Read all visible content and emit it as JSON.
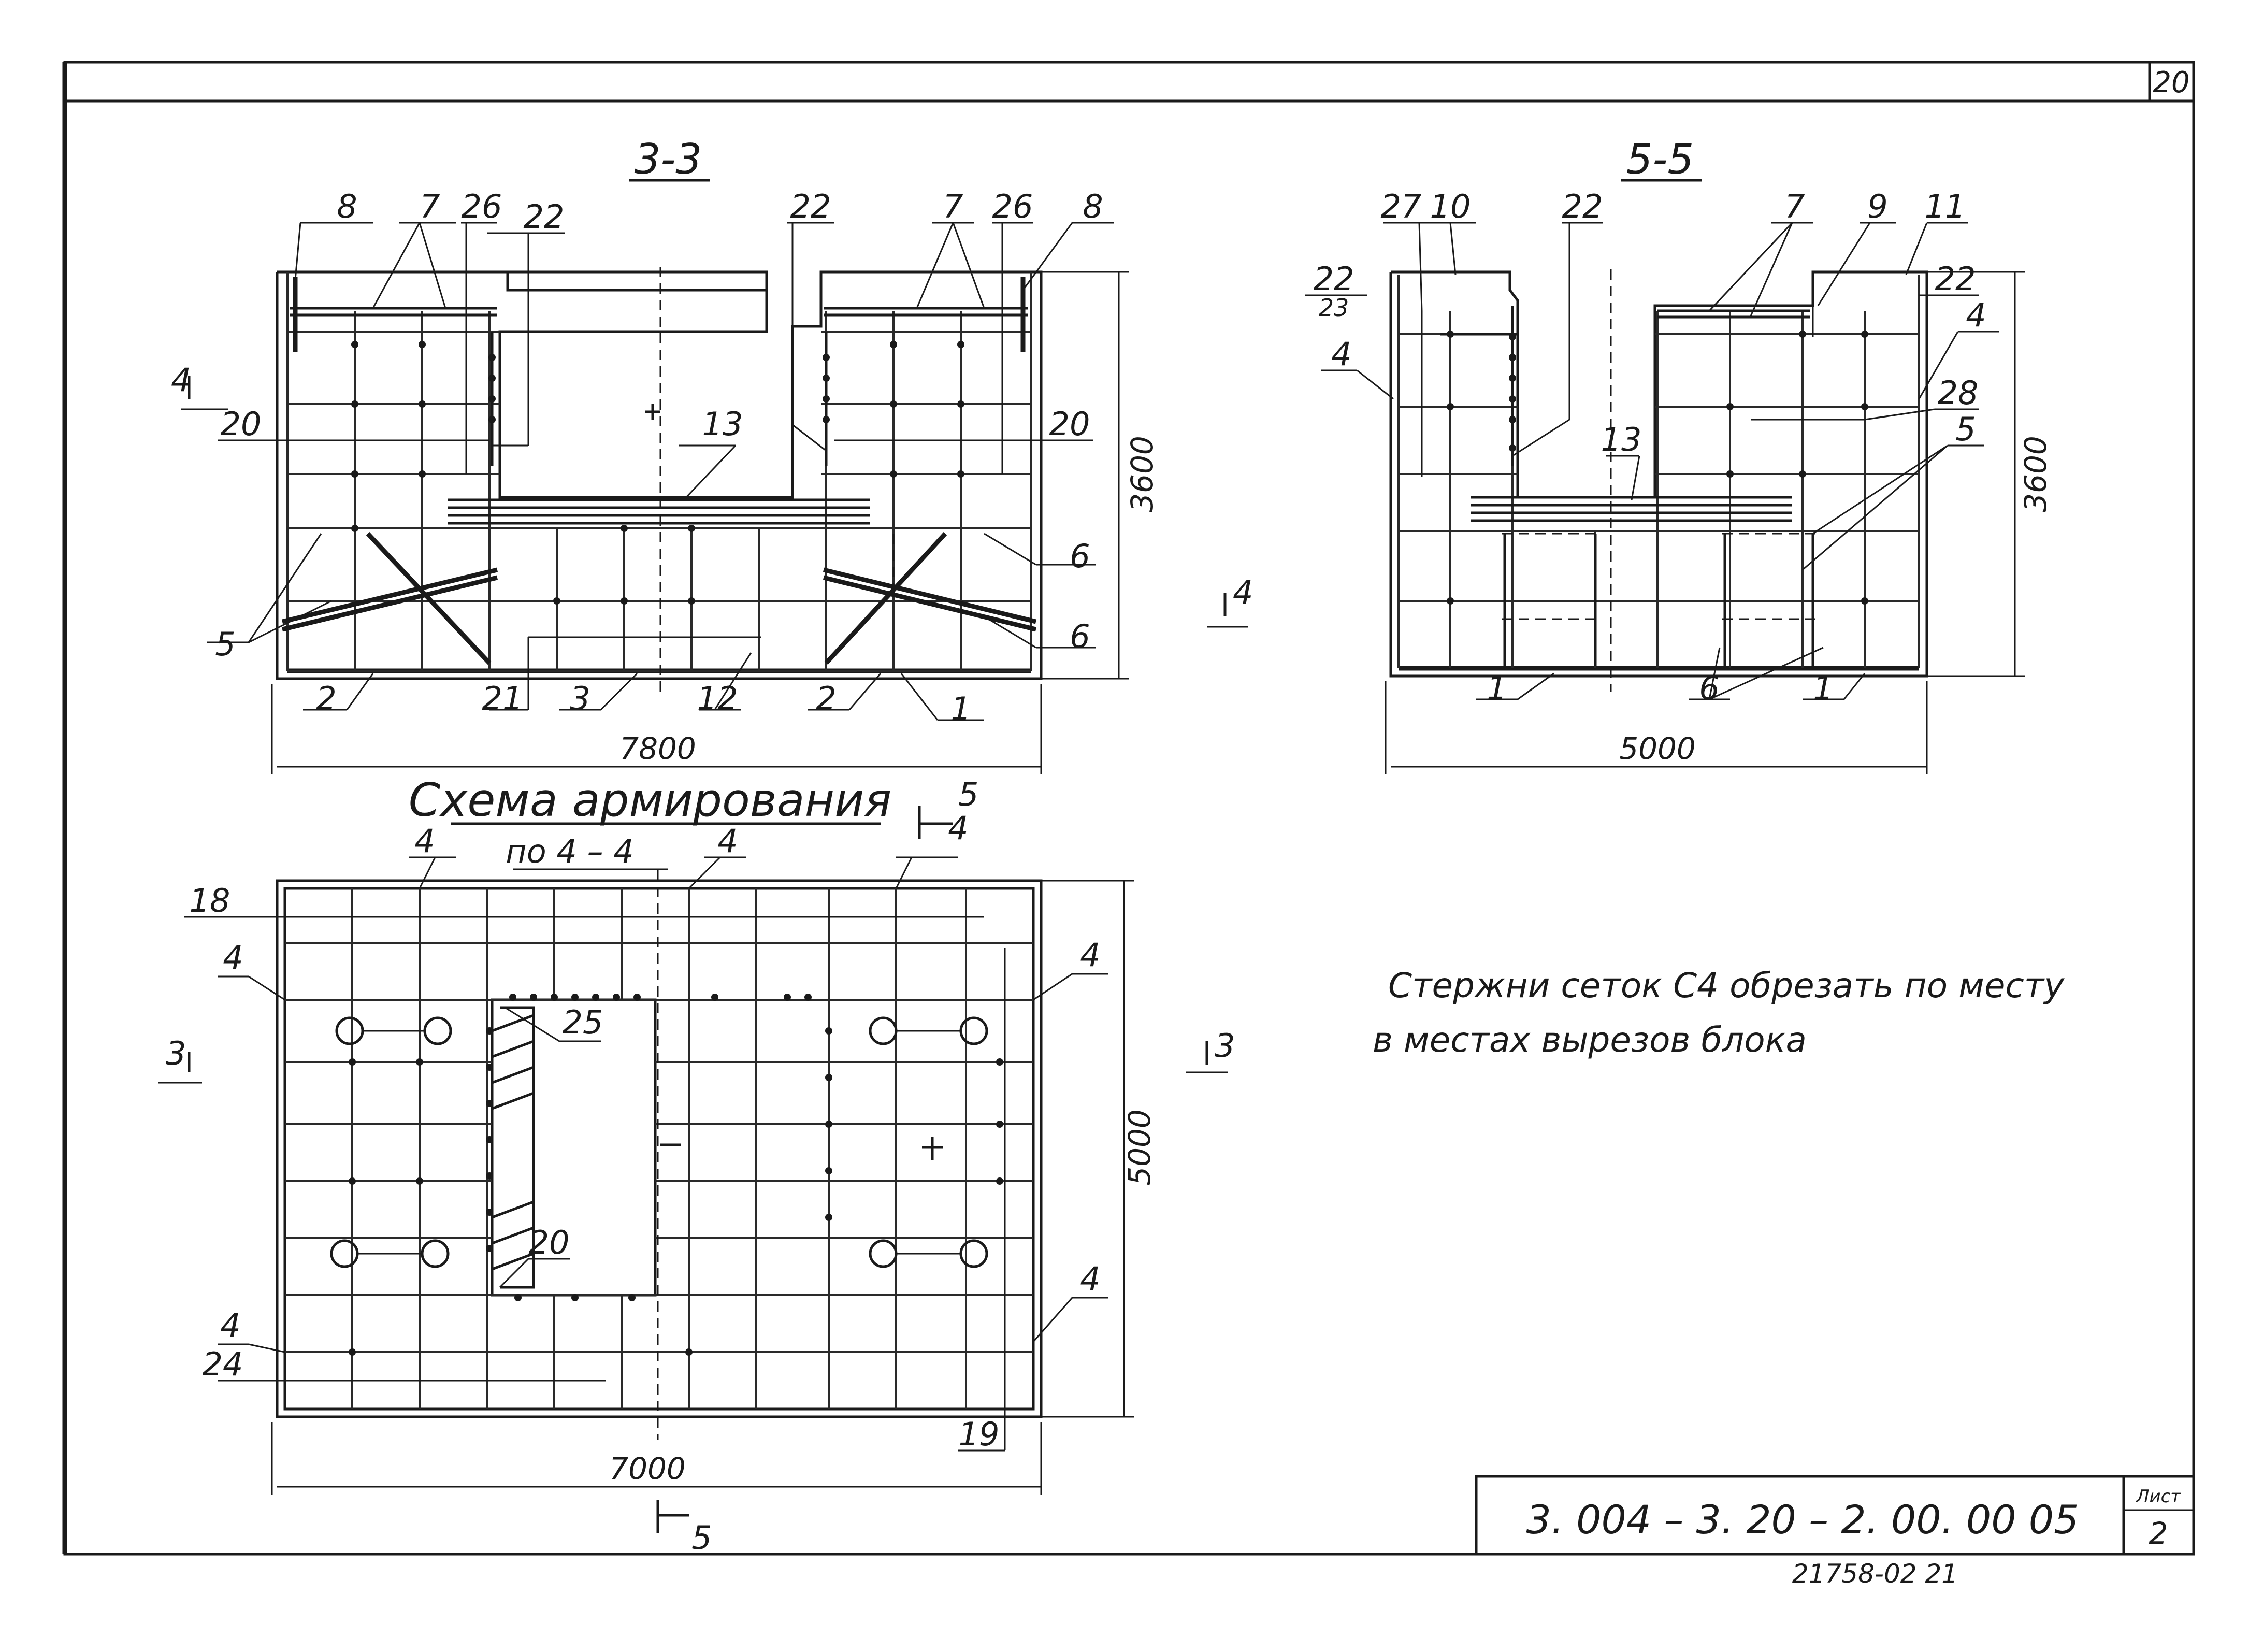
{
  "sheet": {
    "page_number": "20",
    "code": "3. 004 – 3. 20 – 2. 00. 00 05",
    "list_label": "Лист",
    "list_number": "2",
    "archive_number": "21758-02   21"
  },
  "sec33": {
    "title": "3-3",
    "width_dim": "7800",
    "height_dim": "3600",
    "section_mark": "4",
    "labels": [
      "8",
      "7",
      "26",
      "22",
      "22",
      "7",
      "26",
      "8",
      "20",
      "20",
      "13",
      "5",
      "6",
      "6",
      "2",
      "21",
      "3",
      "12",
      "2",
      "1"
    ]
  },
  "sec55": {
    "title": "5-5",
    "width_dim": "5000",
    "height_dim": "3600",
    "section_mark": "4",
    "labels": [
      "27",
      "10",
      "22",
      "7",
      "9",
      "11",
      "22",
      "23",
      "22",
      "4",
      "4",
      "28",
      "13",
      "5",
      "1",
      "6",
      "1"
    ]
  },
  "plan": {
    "title_line1": "Схема   армирования",
    "title_line2": "по  4 – 4",
    "width_dim": "7000",
    "height_dim": "5000",
    "section_mark_3": "3",
    "section_mark_5": "5",
    "labels": [
      "4",
      "4",
      "4",
      "18",
      "4",
      "4",
      "25",
      "20",
      "4",
      "4",
      "24",
      "19"
    ]
  },
  "note": {
    "line1": "Стержни   сеток   С4   обрезать   по месту",
    "line2": "в   местах     вырезов     блока"
  }
}
